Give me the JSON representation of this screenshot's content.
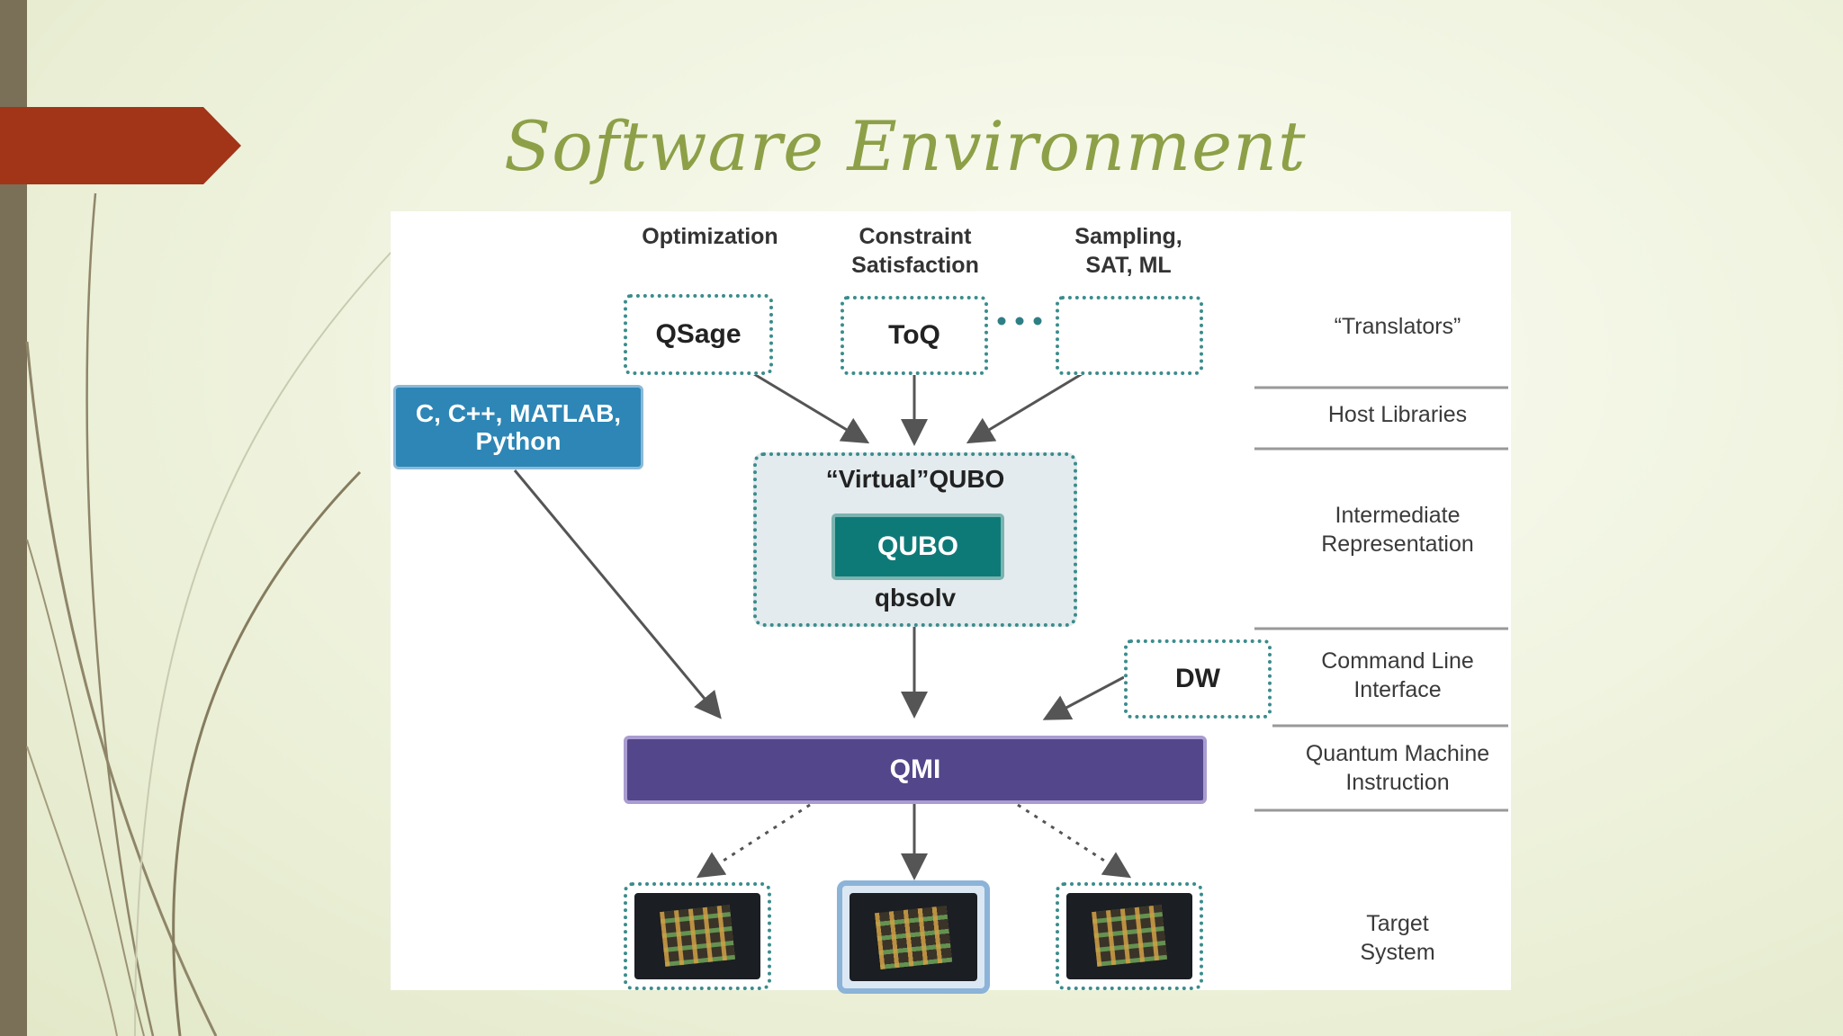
{
  "slide": {
    "title": "Software  Environment",
    "colors": {
      "title": "#8da048",
      "accent_arrow": "#a23418",
      "left_bar": "#7a7057"
    }
  },
  "diagram": {
    "categories": {
      "optimization": "Optimization",
      "constraint": "Constraint\nSatisfaction",
      "sampling": "Sampling,\nSAT, ML"
    },
    "translators": {
      "qsage": "QSage",
      "toq": "ToQ",
      "blank": ""
    },
    "languages_box": "C, C++, MATLAB,\nPython",
    "virtual_qubo": {
      "label": "“Virtual”QUBO",
      "qubo": "QUBO",
      "solver": "qbsolv"
    },
    "dw_box": "DW",
    "qmi": "QMI",
    "layers": {
      "translators": "“Translators”",
      "host_libraries": "Host Libraries",
      "intermediate": "Intermediate\nRepresentation",
      "cli": "Command Line\nInterface",
      "qmi": "Quantum Machine\nInstruction",
      "target": "Target\nSystem"
    },
    "colors": {
      "dotted_border": "#3b8c8c",
      "language_box": "#2d86b5",
      "qubo_box": "#0e7a78",
      "qmi_bar": "#54468a",
      "virtual_fill": "#e3ebee"
    }
  }
}
